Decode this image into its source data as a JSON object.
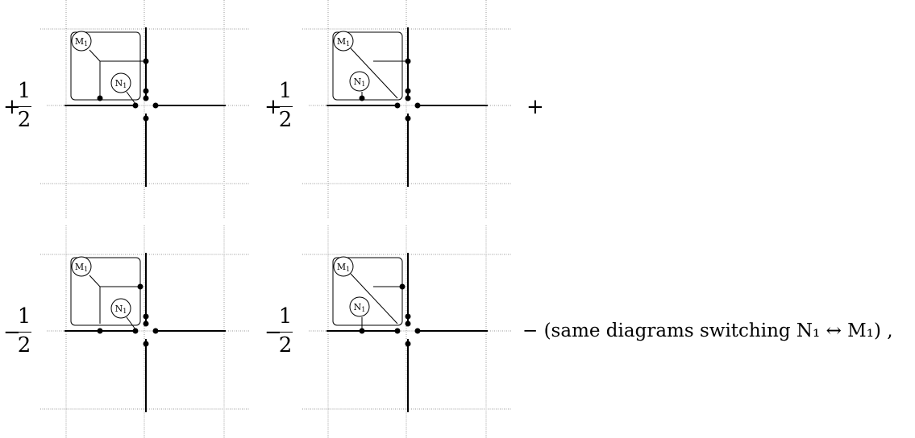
{
  "terms": [
    {
      "sign": "+",
      "numerator": "1",
      "denominator": "2",
      "variant": "orthogonal"
    },
    {
      "sign": "+",
      "numerator": "1",
      "denominator": "2",
      "variant": "diagonal"
    },
    {
      "sign": "−",
      "numerator": "1",
      "denominator": "2",
      "variant": "orthogonal"
    },
    {
      "sign": "−",
      "numerator": "1",
      "denominator": "2",
      "variant": "diagonal"
    }
  ],
  "labels": {
    "m": "M",
    "n": "N",
    "sub": "1"
  },
  "trailing_plus": "+",
  "caption": "− (same diagrams switching N₁ ↔ M₁) ,"
}
